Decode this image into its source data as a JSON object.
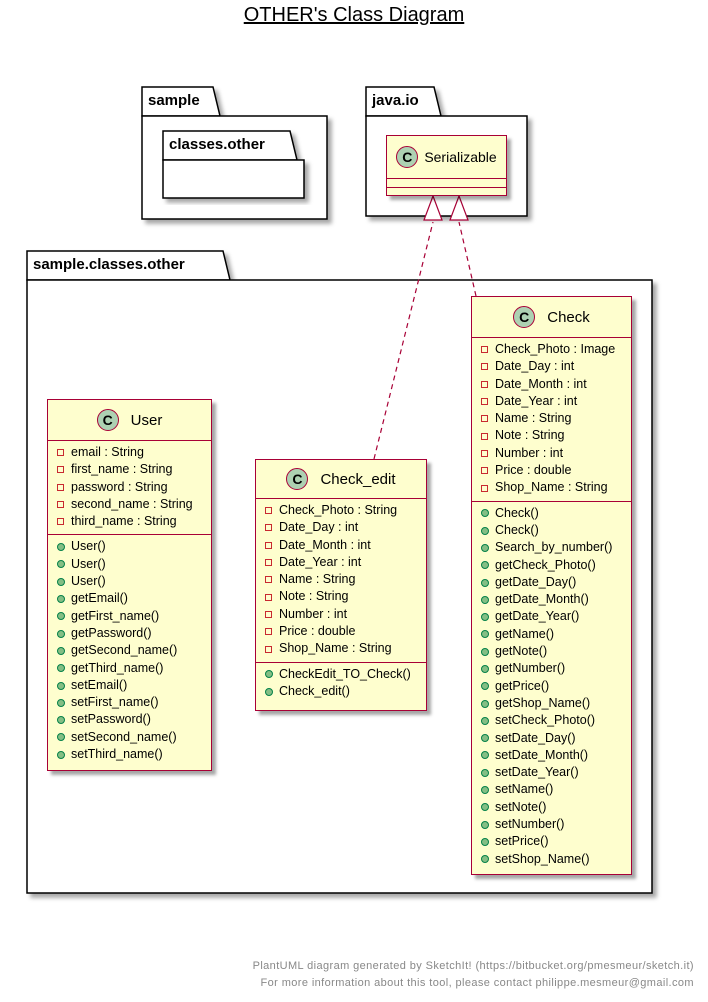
{
  "title": "OTHER's Class Diagram",
  "packages": {
    "sample": "sample",
    "classes_other": "classes.other",
    "java_io": "java.io",
    "sample_classes_other": "sample.classes.other"
  },
  "classes": {
    "serializable": {
      "name": "Serializable",
      "stereotype_letter": "C"
    },
    "user": {
      "name": "User",
      "stereotype_letter": "C",
      "fields": [
        "email : String",
        "first_name : String",
        "password : String",
        "second_name : String",
        "third_name : String"
      ],
      "methods": [
        "User()",
        "User()",
        "User()",
        "getEmail()",
        "getFirst_name()",
        "getPassword()",
        "getSecond_name()",
        "getThird_name()",
        "setEmail()",
        "setFirst_name()",
        "setPassword()",
        "setSecond_name()",
        "setThird_name()"
      ]
    },
    "check_edit": {
      "name": "Check_edit",
      "stereotype_letter": "C",
      "fields": [
        "Check_Photo : String",
        "Date_Day : int",
        "Date_Month : int",
        "Date_Year : int",
        "Name : String",
        "Note : String",
        "Number : int",
        "Price : double",
        "Shop_Name : String"
      ],
      "methods": [
        "CheckEdit_TO_Check()",
        "Check_edit()"
      ]
    },
    "check": {
      "name": "Check",
      "stereotype_letter": "C",
      "fields": [
        "Check_Photo : Image",
        "Date_Day : int",
        "Date_Month : int",
        "Date_Year : int",
        "Name : String",
        "Note : String",
        "Number : int",
        "Price : double",
        "Shop_Name : String"
      ],
      "methods": [
        "Check()",
        "Check()",
        "Search_by_number()",
        "getCheck_Photo()",
        "getDate_Day()",
        "getDate_Month()",
        "getDate_Year()",
        "getName()",
        "getNote()",
        "getNumber()",
        "getPrice()",
        "getShop_Name()",
        "setCheck_Photo()",
        "setDate_Day()",
        "setDate_Month()",
        "setDate_Year()",
        "setName()",
        "setNote()",
        "setNumber()",
        "setPrice()",
        "setShop_Name()"
      ]
    }
  },
  "footer": {
    "line1": "PlantUML diagram generated by SketchIt! (https://bitbucket.org/pmesmeur/sketch.it)",
    "line2": "For more information about this tool, please contact philippe.mesmeur@gmail.com"
  },
  "colors": {
    "class_fill": "#FEFECE",
    "class_border": "#A80036",
    "stereotype_circle": "#ADD1B2",
    "private_marker": "#C82930",
    "public_marker": "#84BE84"
  }
}
